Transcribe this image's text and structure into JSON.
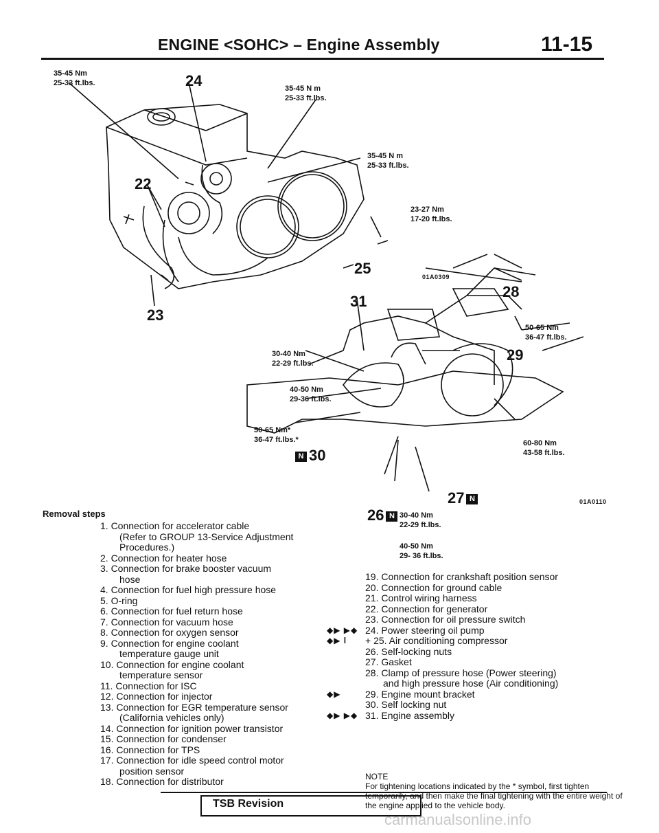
{
  "header": {
    "title": "ENGINE <SOHC> – Engine Assembly",
    "page": "11-15"
  },
  "figure1": {
    "code": "01A0309",
    "torques": [
      {
        "nm": "35-45 Nm",
        "ft": "25-33 ft.lbs."
      },
      {
        "nm": "35-45 N m",
        "ft": "25-33 ft.lbs."
      },
      {
        "nm": "35-45 N m",
        "ft": "25-33 ft.lbs."
      },
      {
        "nm": "23-27 Nm",
        "ft": "17-20 ft.lbs."
      }
    ],
    "callouts": [
      "24",
      "22",
      "25",
      "23"
    ]
  },
  "figure2": {
    "code": "01A0110",
    "torques": [
      {
        "nm": "50-65 Nm",
        "ft": "36-47 ft.lbs."
      },
      {
        "nm": "30-40 Nm",
        "ft": "22-29 ft.lbs."
      },
      {
        "nm": "40-50 Nm",
        "ft": "29-36 ft.lbs."
      },
      {
        "nm": "50-65 Nm*",
        "ft": "36-47 ft.lbs.*"
      },
      {
        "nm": "60-80 Nm",
        "ft": "43-58 ft.lbs."
      },
      {
        "nm": "30-40 Nm",
        "ft": "22-29 ft.lbs."
      },
      {
        "nm": "40-50 Nm",
        "ft": "29- 36 ft.lbs."
      }
    ],
    "callouts": [
      "31",
      "28",
      "29",
      "30",
      "27",
      "26"
    ],
    "box_letter": "N"
  },
  "removal": {
    "title": "Removal steps",
    "left_steps": [
      "1. Connection for accelerator cable",
      "(Refer to GROUP 13-Service Adjustment",
      "Procedures.)",
      "2. Connection for heater hose",
      "3. Connection for brake booster vacuum",
      "hose",
      "4. Connection for fuel high pressure hose",
      "5. O-ring",
      "6. Connection for fuel return hose",
      "7. Connection for vacuum hose",
      "8. Connection for oxygen sensor",
      "9. Connection for engine coolant",
      "temperature gauge unit",
      "10. Connection for engine coolant",
      "temperature sensor",
      "11. Connection for ISC",
      "12. Connection for injector",
      "13. Connection for EGR temperature sensor",
      "(California vehicles only)",
      "14. Connection for ignition power transistor",
      "15. Connection for condenser",
      "16. Connection for TPS",
      "17. Connection for idle speed control motor",
      "position sensor",
      "18. Connection for distributor"
    ],
    "right_steps": [
      {
        "mark": "",
        "text": "19. Connection for crankshaft position sensor"
      },
      {
        "mark": "",
        "text": "20. Connection for ground cable"
      },
      {
        "mark": "",
        "text": "21. Control wiring harness"
      },
      {
        "mark": "",
        "text": "22. Connection for generator"
      },
      {
        "mark": "",
        "text": "23. Connection for oil pressure switch"
      },
      {
        "mark": "◆▶ ▶◆",
        "text": "24. Power steering oil pump"
      },
      {
        "mark": "◆▶ l",
        "text": "+ 25. Air conditioning compressor"
      },
      {
        "mark": "",
        "text": "26. Self-locking nuts"
      },
      {
        "mark": "",
        "text": "27. Gasket"
      },
      {
        "mark": "",
        "text": "28. Clamp of pressure hose (Power steering)"
      },
      {
        "mark": "",
        "text": "and high pressure hose (Air conditioning)"
      },
      {
        "mark": "◆▶",
        "text": "29. Engine mount bracket"
      },
      {
        "mark": "",
        "text": "30. Self locking nut"
      },
      {
        "mark": "◆▶ ▶◆",
        "text": "31. Engine assembly"
      }
    ]
  },
  "note": {
    "title": "NOTE",
    "text": "For tightening locations indicated by the * symbol, first tighten temporarily, and then make the final tightening with the entire weight of the engine applied to the vehicle body."
  },
  "footer": {
    "label": "TSB Revision",
    "watermark": "carmanualsonline.info"
  }
}
